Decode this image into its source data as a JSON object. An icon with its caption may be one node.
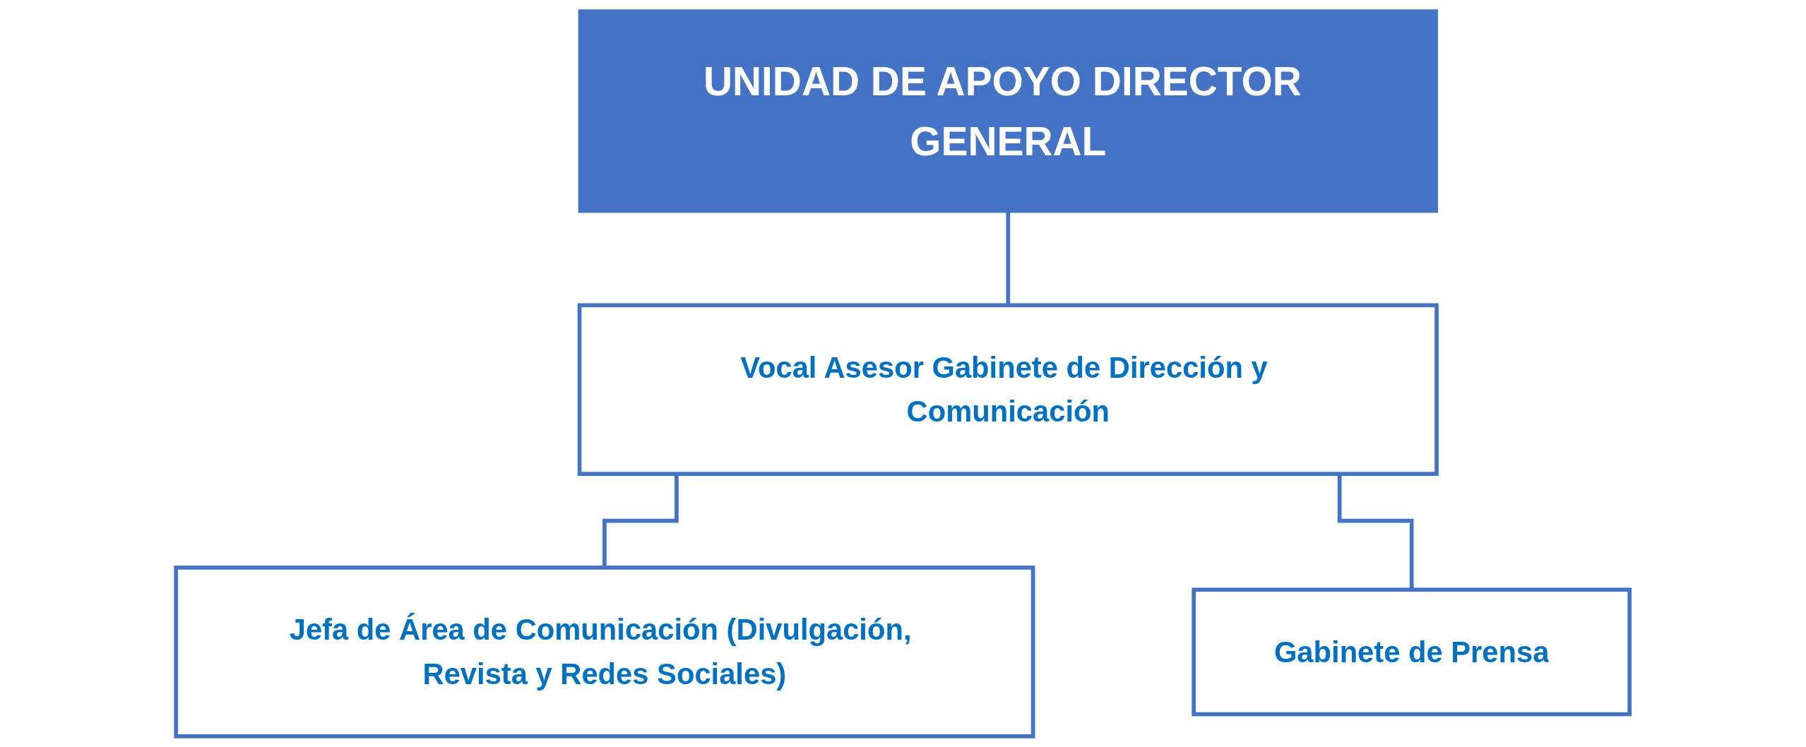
{
  "diagram": {
    "nodes": [
      {
        "text": [
          "UNIDAD DE APOYO DIRECTOR GENERAL"
        ]
      },
      {
        "text": [
          "Vocal Asesor Gabinete de Dirección y Comunicación"
        ]
      },
      {
        "text": [
          "Jefa de Área de Comunicación (Divulgación, Revista y Redes Sociales)"
        ]
      },
      {
        "text": [
          "Gabinete de Prensa"
        ]
      }
    ],
    "edges": [
      {
        "from": 0,
        "to": 1,
        "arrow": "none"
      },
      {
        "from": 1,
        "to": 2,
        "arrow": "none"
      },
      {
        "from": 1,
        "to": 3,
        "arrow": "none"
      }
    ]
  }
}
